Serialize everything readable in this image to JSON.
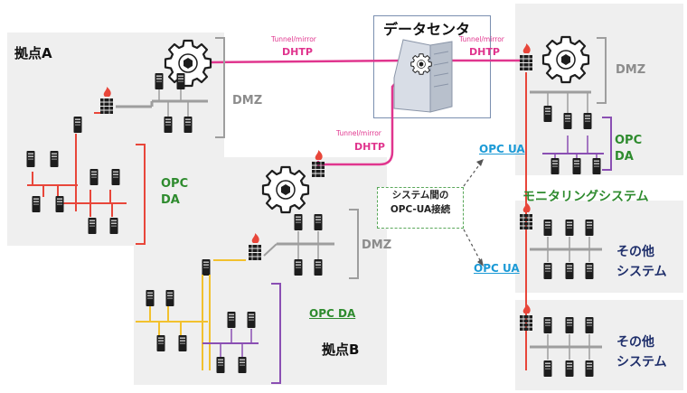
{
  "site_a": {
    "title": "拠点A",
    "dmz": "DMZ",
    "opc_da_line1": "OPC",
    "opc_da_line2": "DA"
  },
  "site_b": {
    "title": "拠点B",
    "dmz": "DMZ",
    "opc_da": "OPC DA"
  },
  "datacenter": {
    "title": "データセンタ"
  },
  "links": {
    "site_a": {
      "protocol_small": "Tunnel/mirror",
      "protocol": "DHTP"
    },
    "site_b": {
      "protocol_small": "Tunnel/mirror",
      "protocol": "DHTP"
    },
    "monitoring": {
      "protocol_small": "Tunnel/mirror",
      "protocol": "DHTP"
    }
  },
  "callout": {
    "line1": "システム間の",
    "line2": "OPC-UA接続"
  },
  "opc_ua_top": "OPC UA",
  "opc_ua_bottom": "OPC UA",
  "monitoring": {
    "title": "モニタリングシステム",
    "dmz": "DMZ",
    "opc_da_line1": "OPC",
    "opc_da_line2": "DA"
  },
  "other1": {
    "line1": "その他",
    "line2": "システム"
  },
  "other2": {
    "line1": "その他",
    "line2": "システム"
  },
  "colors": {
    "pink": "#e0358e",
    "green": "#2e8b2e",
    "red": "#e8463a",
    "purple": "#8a4fb3",
    "yellow": "#f2c12e",
    "navy": "#1f2f6b",
    "grey": "#8c8c8c",
    "blue": "#1c9ad6"
  }
}
